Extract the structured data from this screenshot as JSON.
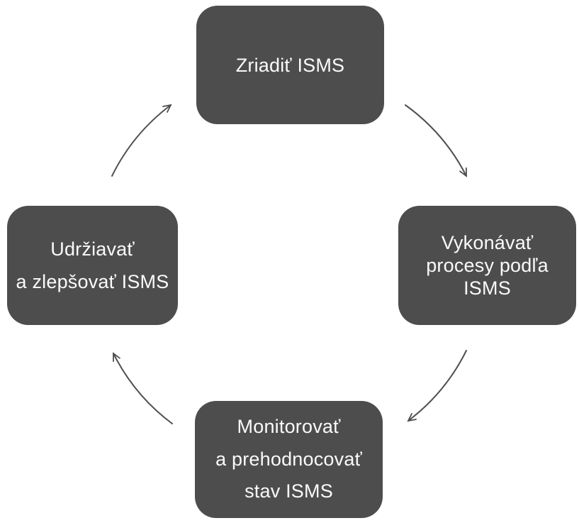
{
  "diagram": {
    "type": "cycle",
    "language": "sk",
    "nodes": [
      {
        "id": "establish",
        "position": "top",
        "lines": [
          "Zriadiť ISMS"
        ]
      },
      {
        "id": "operate",
        "position": "right",
        "lines": [
          "Vykonávať",
          "procesy podľa",
          "ISMS"
        ]
      },
      {
        "id": "monitor",
        "position": "bottom",
        "lines": [
          "Monitorovať",
          "a prehodnocovať",
          "stav ISMS"
        ]
      },
      {
        "id": "maintain",
        "position": "left",
        "lines": [
          "Udržiavať",
          "a zlepšovať ISMS"
        ]
      }
    ],
    "arrows": [
      {
        "from": "establish",
        "to": "operate"
      },
      {
        "from": "operate",
        "to": "monitor"
      },
      {
        "from": "monitor",
        "to": "maintain"
      },
      {
        "from": "maintain",
        "to": "establish"
      }
    ],
    "colors": {
      "background": "#ffffff",
      "box": "#4d4d4d",
      "text": "#fafafa",
      "arrow": "#4f4f4f"
    }
  }
}
